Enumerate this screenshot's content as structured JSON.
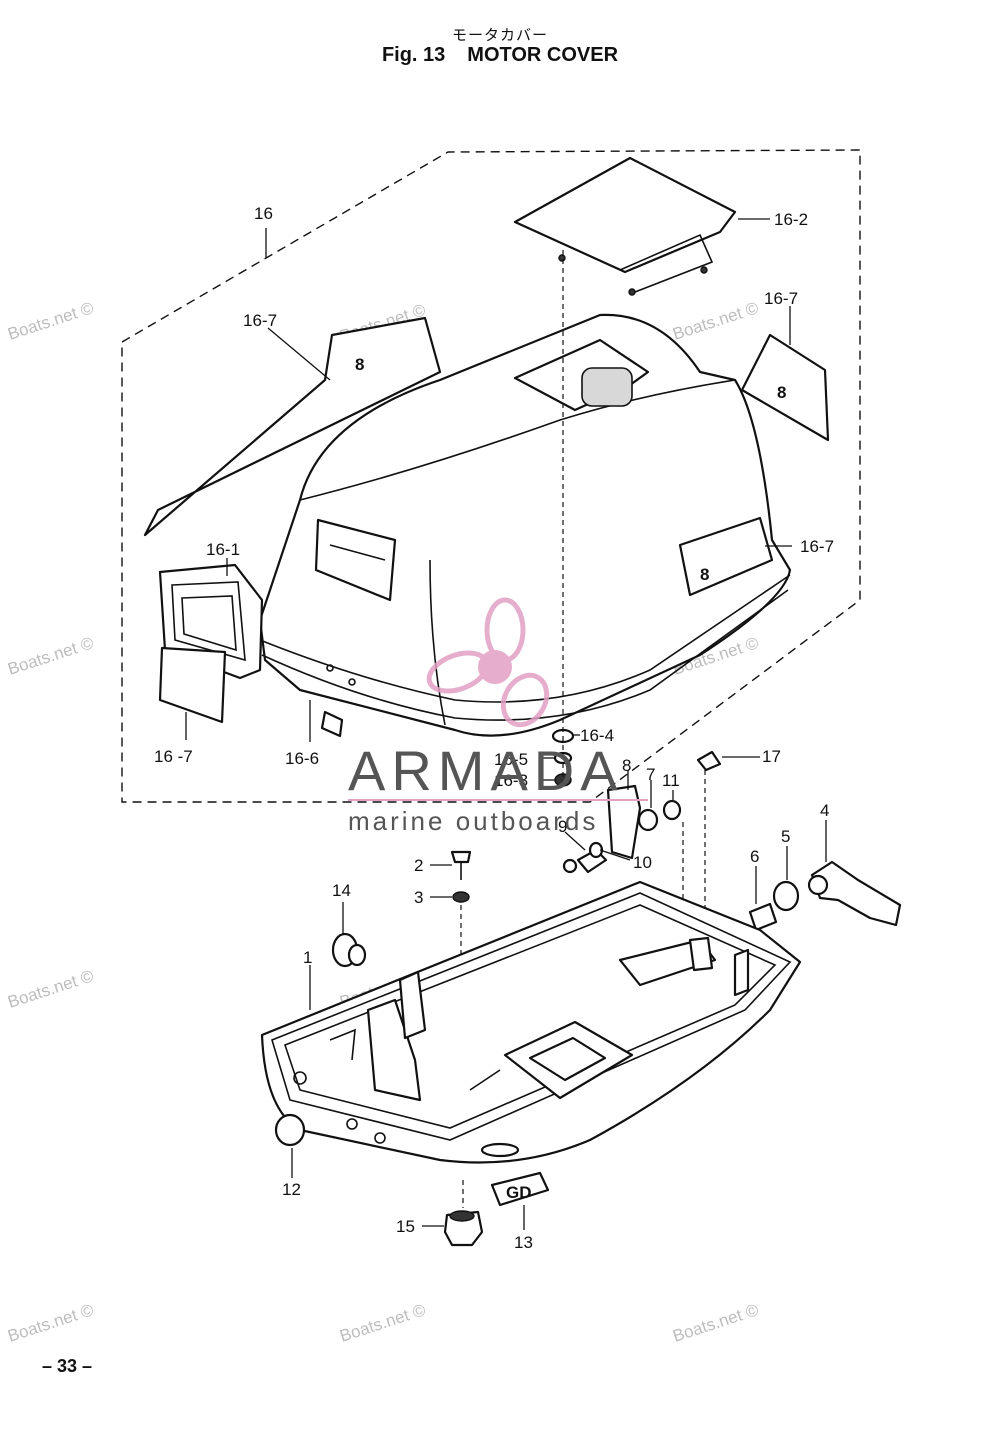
{
  "header": {
    "title_jp": "モータカバー",
    "fig_label": "Fig. 13",
    "title": "MOTOR COVER"
  },
  "page_number": "– 33 –",
  "callouts": {
    "c16": "16",
    "c16_2": "16-2",
    "c16_7a": "16-7",
    "c16_7b": "16-7",
    "c16_7c": "16-7",
    "c16_7d": "16 -7",
    "c16_1": "16-1",
    "c16_6": "16-6",
    "c16_4": "16-4",
    "c16_5": "16-5",
    "c16_3": "16-3",
    "c17": "17",
    "c8": "8",
    "c7": "7",
    "c11": "11",
    "c4": "4",
    "c5": "5",
    "c6": "6",
    "c9": "9",
    "c10": "10",
    "c2": "2",
    "c3": "3",
    "c14": "14",
    "c1": "1",
    "c12": "12",
    "c15": "15",
    "c13": "13"
  },
  "decal_number": "8",
  "cover_badge": "GD",
  "watermarks": {
    "boats": "Boats.net ©"
  },
  "brand": {
    "name": "ARMADA",
    "tagline": "marine outboards",
    "accent_color": "#e2a0c4"
  }
}
